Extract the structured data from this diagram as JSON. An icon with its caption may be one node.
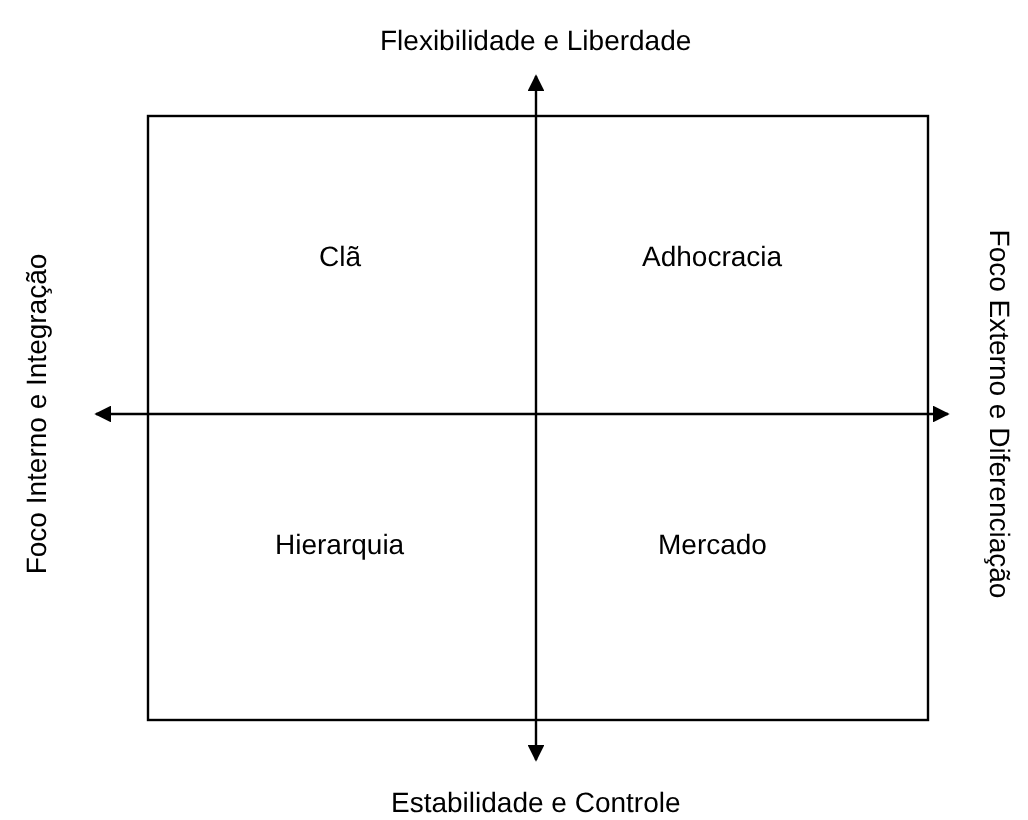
{
  "diagram": {
    "labels": [
      "Flexibilidade e Liberdade",
      "Foco Interno e Integração",
      "Clã",
      "Adhocracia",
      "Foco Externo e Diferenciação",
      "Hierarquia",
      "Mercado",
      "Estabilidade e Controle"
    ]
  }
}
